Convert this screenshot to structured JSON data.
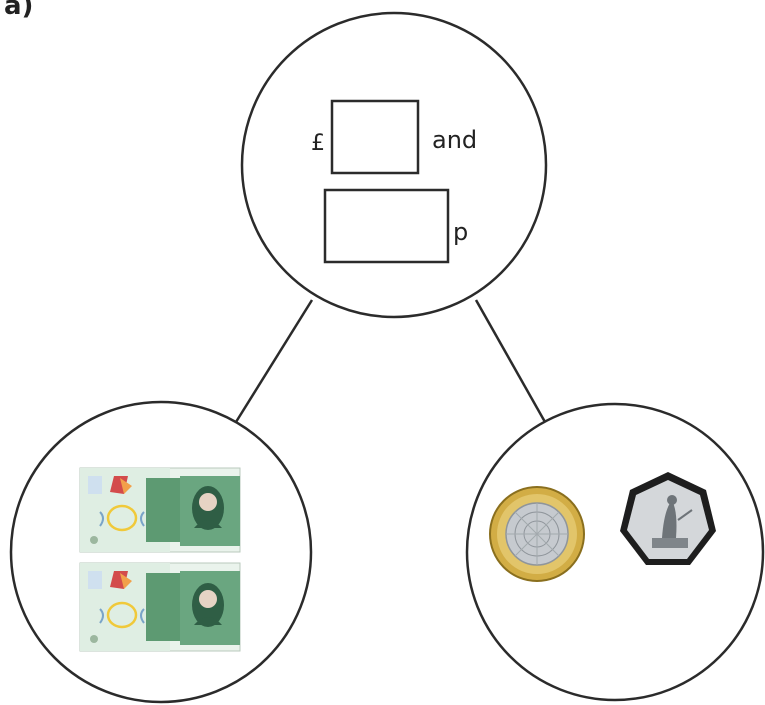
{
  "question": {
    "label": "a)"
  },
  "whole": {
    "pounds_symbol": "£",
    "pounds_value": "",
    "and_word": "and",
    "pence_value": "",
    "pence_symbol": "p"
  },
  "parts": [
    {
      "name": "notes",
      "items": [
        "five-pound-note",
        "five-pound-note"
      ]
    },
    {
      "name": "coins",
      "items": [
        "two-pound-coin",
        "fifty-pence-coin"
      ]
    }
  ],
  "colors": {
    "outline": "#2b2b2b",
    "note_green": "#5d9a72",
    "note_light": "#dfeee3",
    "coin_gold": "#c9a43a",
    "coin_silver": "#c8ccd0"
  }
}
